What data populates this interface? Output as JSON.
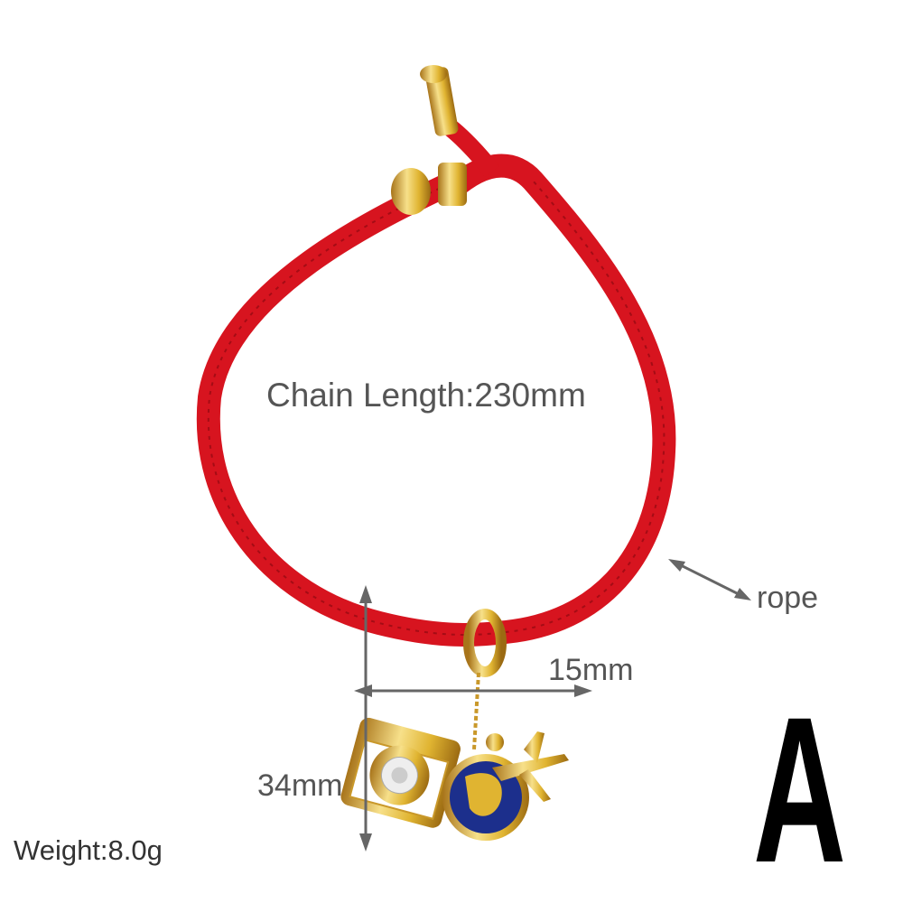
{
  "annotations": {
    "chain_length": "Chain Length:230mm",
    "rope_label": "rope",
    "width": "15mm",
    "height": "34mm",
    "weight": "Weight:8.0g",
    "variant": "A"
  },
  "colors": {
    "rope": "#d7141f",
    "gold": "#e0b431",
    "enamel_blue": "#1c2f8c",
    "text": "#555555"
  }
}
